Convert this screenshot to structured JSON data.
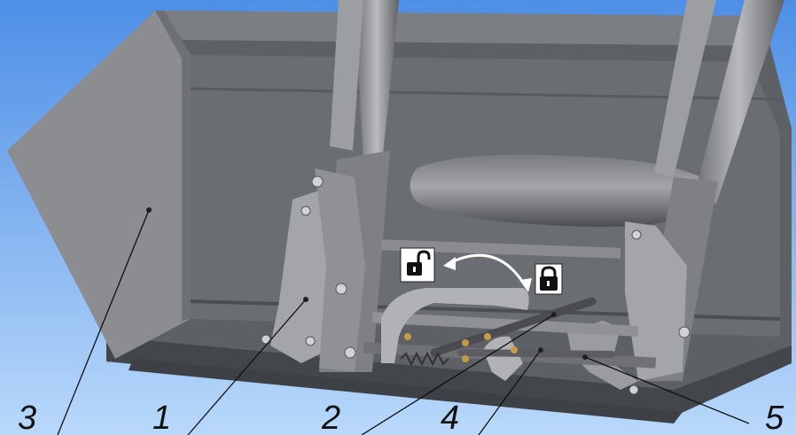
{
  "callouts": [
    {
      "id": "3",
      "label": "3"
    },
    {
      "id": "1",
      "label": "1"
    },
    {
      "id": "2",
      "label": "2"
    },
    {
      "id": "4",
      "label": "4"
    },
    {
      "id": "5",
      "label": "5"
    }
  ],
  "icons": {
    "unlocked": "padlock-open-icon",
    "locked": "padlock-closed-icon",
    "swap": "double-arrow-icon"
  },
  "colors": {
    "sky": "#7eb6f5",
    "bucket_dark": "#55585c",
    "bucket_mid": "#6f7276",
    "bucket_light": "#9a9da1",
    "side_plate": "#8a8c8f",
    "steel": "#a6a8ab",
    "accent_bolt": "#c79a4a"
  }
}
